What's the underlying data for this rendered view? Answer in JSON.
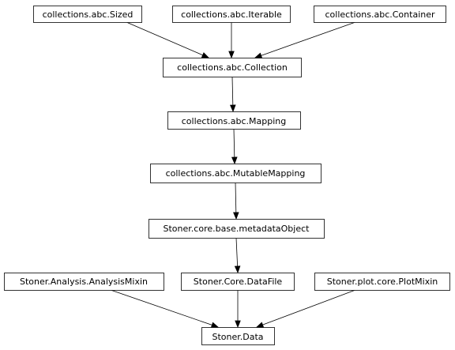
{
  "diagram": {
    "nodes": [
      {
        "id": "sized",
        "label": "collections.abc.Sized"
      },
      {
        "id": "iterable",
        "label": "collections.abc.Iterable"
      },
      {
        "id": "container",
        "label": "collections.abc.Container"
      },
      {
        "id": "collection",
        "label": "collections.abc.Collection"
      },
      {
        "id": "mapping",
        "label": "collections.abc.Mapping"
      },
      {
        "id": "mutablemapping",
        "label": "collections.abc.MutableMapping"
      },
      {
        "id": "metadataobject",
        "label": "Stoner.core.base.metadataObject"
      },
      {
        "id": "analysismixin",
        "label": "Stoner.Analysis.AnalysisMixin"
      },
      {
        "id": "datafile",
        "label": "Stoner.Core.DataFile"
      },
      {
        "id": "plotmixin",
        "label": "Stoner.plot.core.PlotMixin"
      },
      {
        "id": "data",
        "label": "Stoner.Data"
      }
    ],
    "edges": [
      {
        "from": "sized",
        "to": "collection"
      },
      {
        "from": "iterable",
        "to": "collection"
      },
      {
        "from": "container",
        "to": "collection"
      },
      {
        "from": "collection",
        "to": "mapping"
      },
      {
        "from": "mapping",
        "to": "mutablemapping"
      },
      {
        "from": "mutablemapping",
        "to": "metadataobject"
      },
      {
        "from": "metadataobject",
        "to": "datafile"
      },
      {
        "from": "analysismixin",
        "to": "data"
      },
      {
        "from": "datafile",
        "to": "data"
      },
      {
        "from": "plotmixin",
        "to": "data"
      }
    ]
  }
}
